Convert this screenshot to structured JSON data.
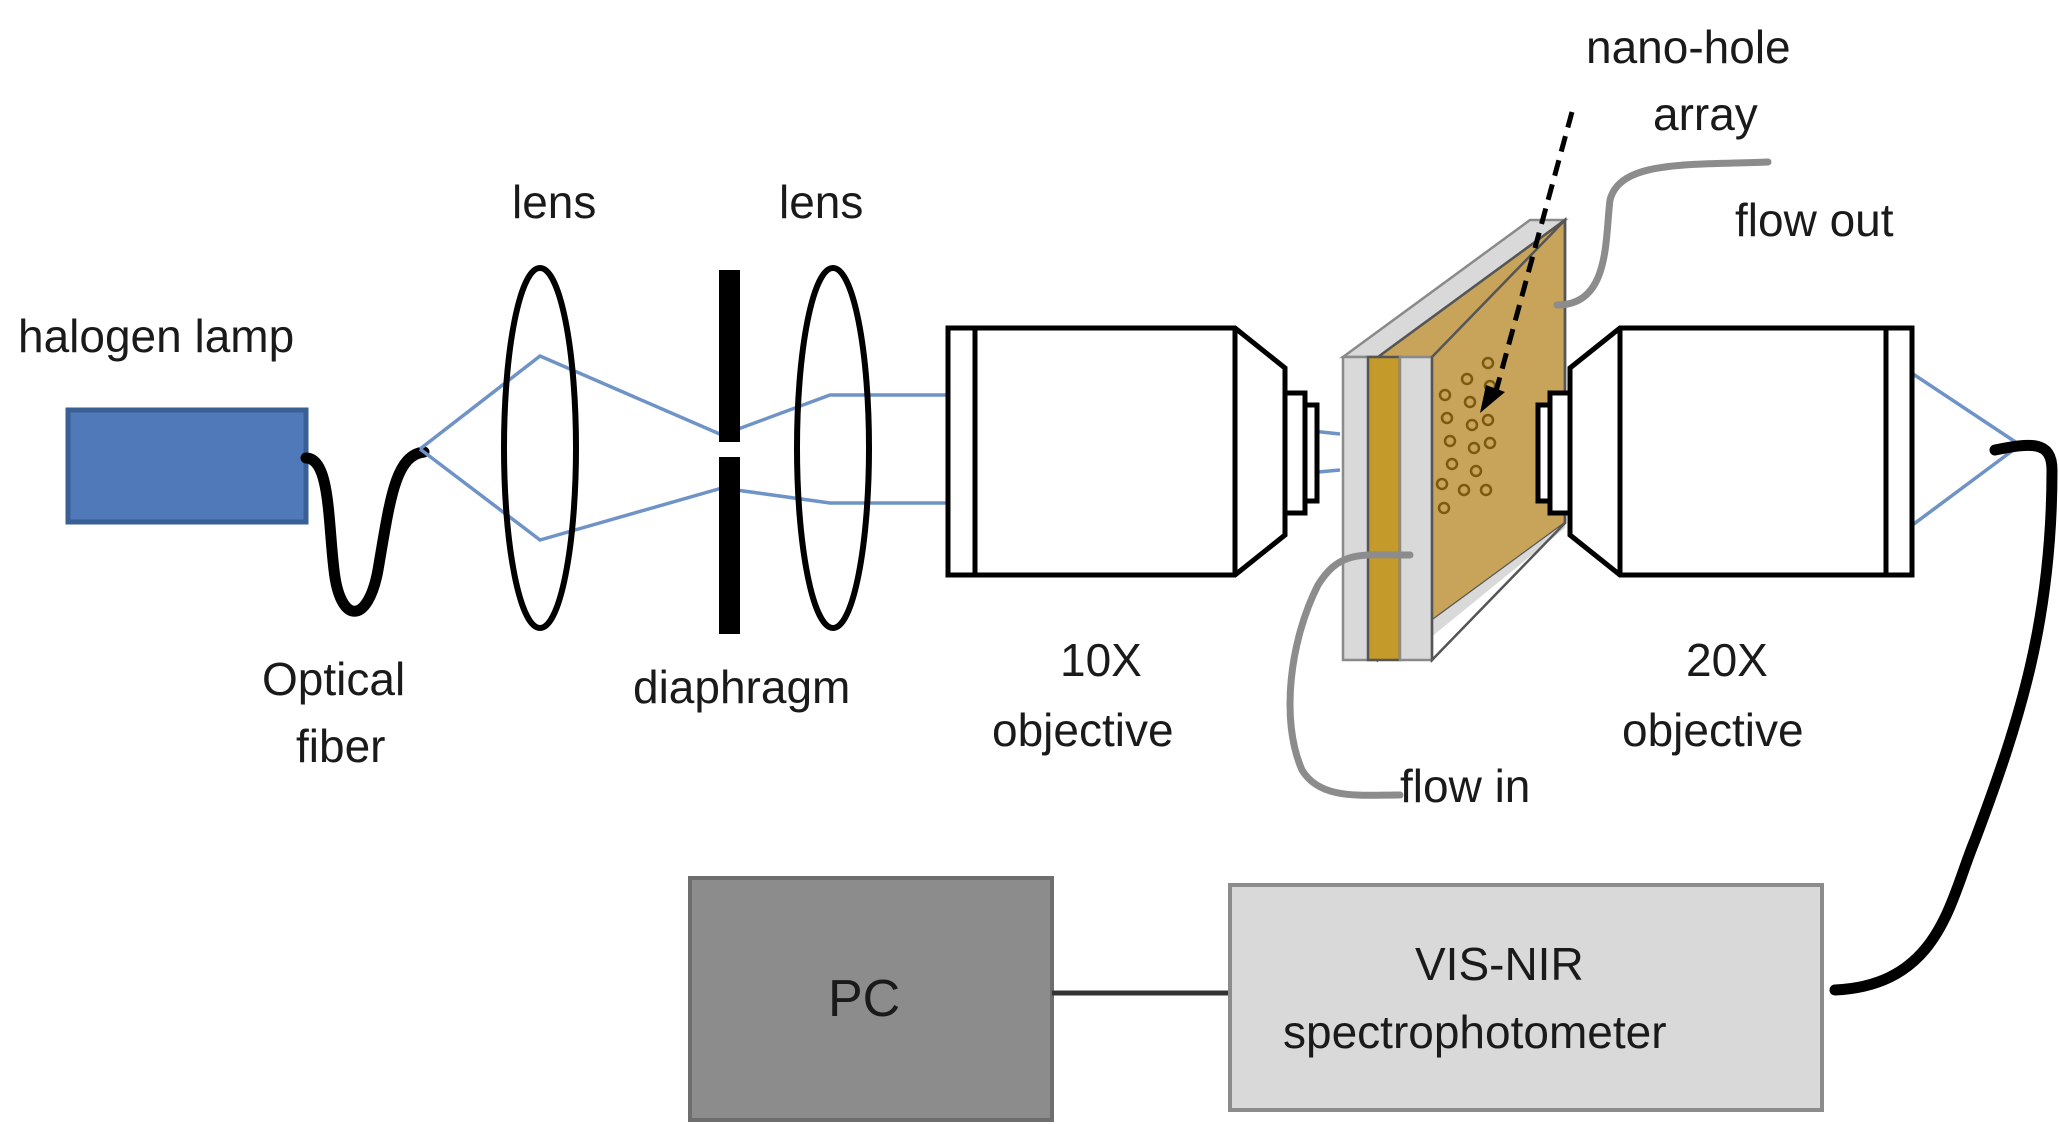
{
  "labels": {
    "halogen_lamp": "halogen lamp",
    "optical_fiber_line1": "Optical",
    "optical_fiber_line2": "fiber",
    "lens_1": "lens",
    "lens_2": "lens",
    "diaphragm": "diaphragm",
    "objective_10x_line1": "10X",
    "objective_10x_line2": "objective",
    "nano_hole_line1": "nano-hole",
    "nano_hole_line2": "array",
    "flow_out": "flow out",
    "flow_in": "flow in",
    "objective_20x_line1": "20X",
    "objective_20x_line2": "objective",
    "pc": "PC",
    "spectro_line1": "VIS-NIR",
    "spectro_line2": "spectrophotometer"
  },
  "colors": {
    "lamp_fill": "#4f79b8",
    "lamp_stroke": "#3a5f95",
    "beam": "#6f93c6",
    "gold_dark": "#c49a2a",
    "gold_light": "#c8a45a",
    "glass": "#d9d9d9",
    "tube": "#8c8c8c",
    "pc_fill": "#8c8c8c",
    "spectro_fill": "#d9d9d9",
    "outline": "#000000"
  }
}
